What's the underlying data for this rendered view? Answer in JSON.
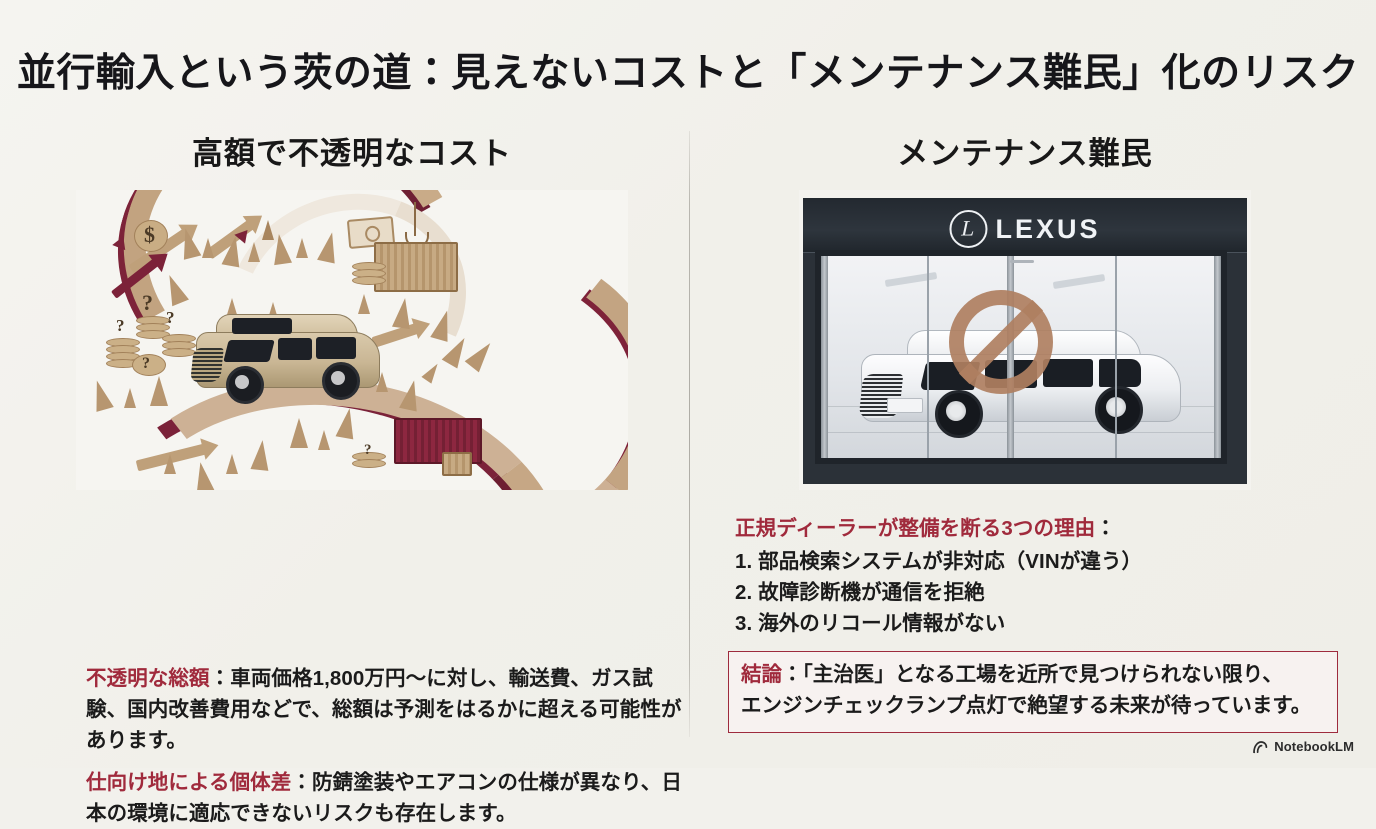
{
  "slide": {
    "title": "並行輸入という茨の道：見えないコストと「メンテナンス難民」化のリスク",
    "background_color": "#f2f1ec",
    "accent_color": "#a02a3c",
    "text_color": "#1b1b1b"
  },
  "left_column": {
    "heading": "高額で不透明なコスト",
    "illustration": {
      "name": "thorny-import-road-illustration",
      "description": "champagne luxury minivan on a winding thorn-covered road with money, question-mark coins and shipping containers",
      "palette": {
        "road_tan": "#c9ab88",
        "road_maroon": "#7c2239",
        "van": "#c9b694"
      }
    },
    "paragraph1": {
      "accent": "不透明な総額",
      "separator": "：",
      "rest": "車両価格1,800万円～に対し、輸送費、ガス試験、国内改善費用などで、総額は予測をはるかに超える可能性があります。"
    },
    "paragraph2": {
      "accent": "仕向け地による個体差",
      "separator": "：",
      "rest": "防錆塗装やエアコンの仕様が異なり、日本の環境に適応できないリスクも存在します。"
    }
  },
  "right_column": {
    "heading": "メンテナンス難民",
    "illustration": {
      "name": "lexus-dealership-refusal-illustration",
      "description": "Lexus dealership showroom behind glass doors with a white Lexus LM minivan and a brown prohibition sign overlay",
      "brand_text": "LEXUS",
      "palette": {
        "fascia": "#2b3138",
        "showroom": "#eceef1",
        "prohibition": "#af7f61"
      }
    },
    "lead": {
      "accent": "正規ディーラーが整備を断る3つの理由",
      "separator": "："
    },
    "reasons": [
      "1. 部品検索システムが非対応（VINが違う）",
      "2. 故障診断機が通信を拒絶",
      "3. 海外のリコール情報がない"
    ],
    "conclusion": {
      "accent": "結論",
      "separator": "：",
      "line1": "「主治医」となる工場を近所で見つけられない限り、",
      "line2": "エンジンチェックランプ点灯で絶望する未来が待っています。",
      "border_color": "#9e2b3d"
    }
  },
  "watermark": {
    "label": "NotebookLM",
    "icon": "notebook-arc-icon"
  }
}
